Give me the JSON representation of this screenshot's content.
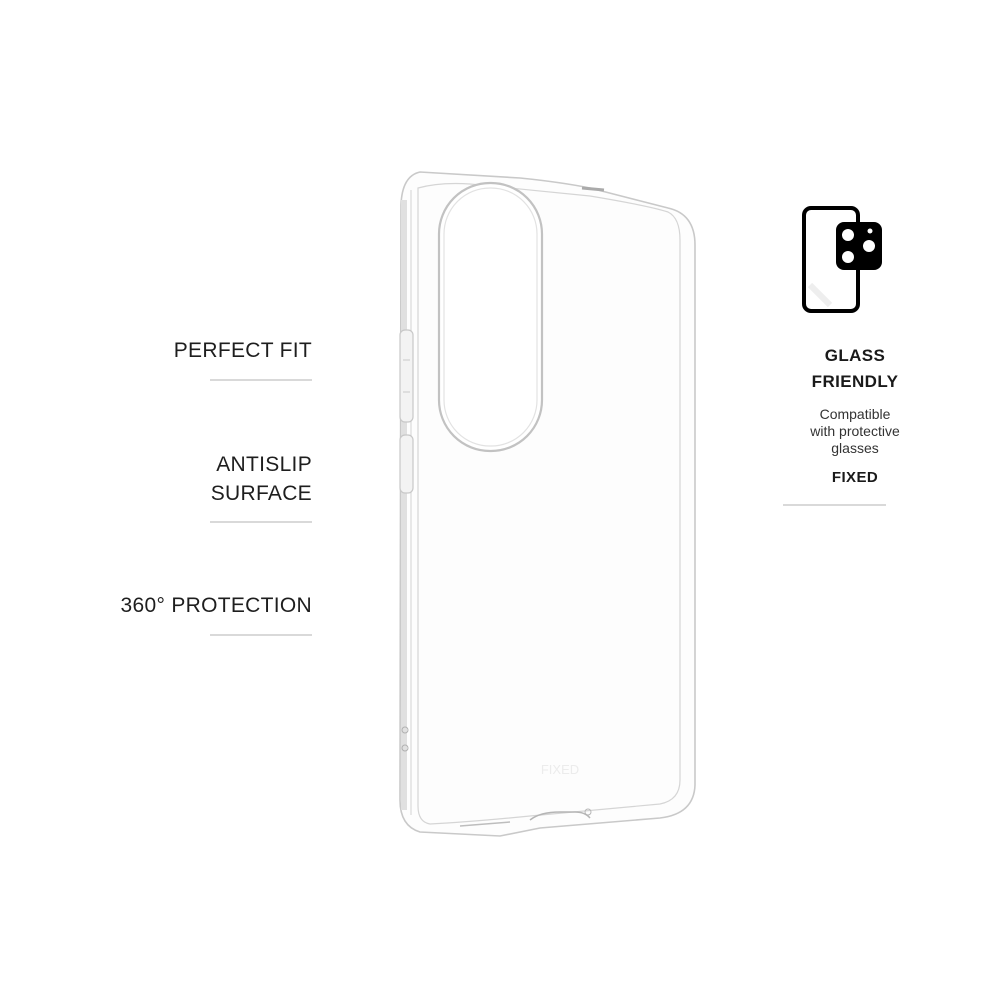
{
  "features_left": [
    {
      "label_lines": [
        "PERFECT FIT"
      ]
    },
    {
      "label_lines": [
        "ANTISLIP",
        "SURFACE"
      ]
    },
    {
      "label_lines": [
        "360° PROTECTION"
      ]
    }
  ],
  "glass_friendly": {
    "icon": "phone-with-camera-glass-icon",
    "title_line1": "GLASS",
    "title_line2": "FRIENDLY",
    "desc_line1": "Compatible",
    "desc_line2": "with protective",
    "desc_line3": "glasses",
    "brand": "FIXED"
  },
  "product": {
    "image": "clear-phone-case-illustration",
    "embossed_logo": "FIXED"
  },
  "colors": {
    "background": "#ffffff",
    "text": "#1e1e1e",
    "divider": "#d9d9d9",
    "icon": "#000000"
  }
}
